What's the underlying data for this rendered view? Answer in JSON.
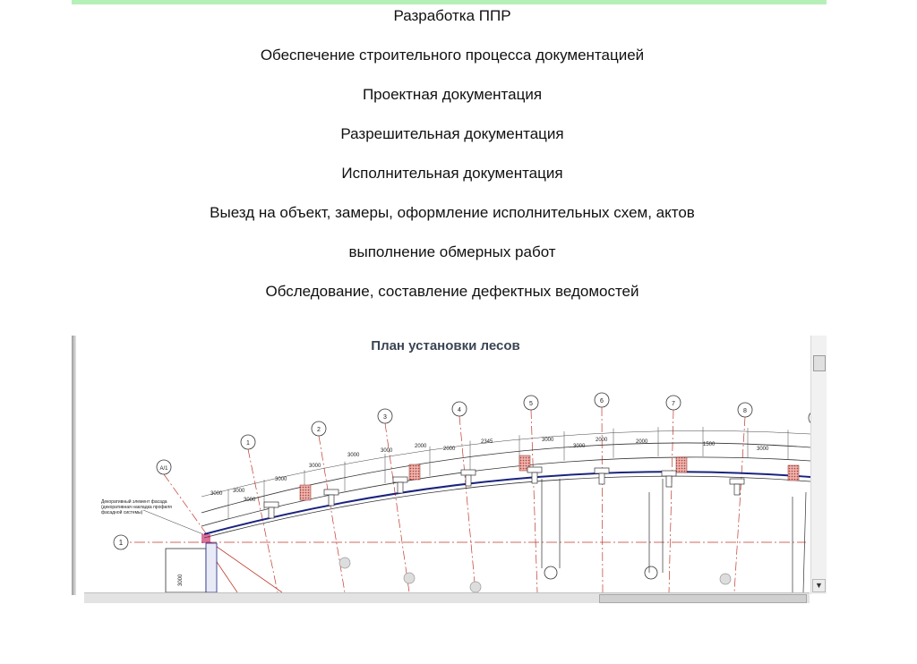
{
  "services": [
    "Разработка ППР",
    "Обеспечение строительного процесса документацией",
    "Проектная документация",
    "Разрешительная документация",
    "Исполнительная документация",
    "Выезд на объект, замеры, оформление исполнительных схем, актов",
    "выполнение обмерных работ",
    "Обследование, составление дефектных ведомостей"
  ],
  "drawing": {
    "title": "План установки лесов",
    "axis_markers": [
      "А/1",
      "1",
      "2",
      "3",
      "4",
      "5",
      "6",
      "7",
      "8"
    ],
    "row_marker": "1",
    "dimensions": [
      "3000",
      "3000",
      "3000",
      "3000",
      "3000",
      "3000",
      "3000",
      "2000",
      "2000",
      "2345",
      "3000",
      "3000",
      "2000",
      "2000",
      "1500",
      "3000"
    ],
    "callout_lines": [
      "Декоративный элемент фасада",
      "(декоративная накладка профиля",
      "фасадной системы)"
    ]
  },
  "colors": {
    "accent_bar": "#b6f0b9",
    "title_text": "#3a4554",
    "axis_line": "#c0392b",
    "hatch": "#c0392b"
  },
  "icons": {
    "scroll_down": "▼"
  }
}
